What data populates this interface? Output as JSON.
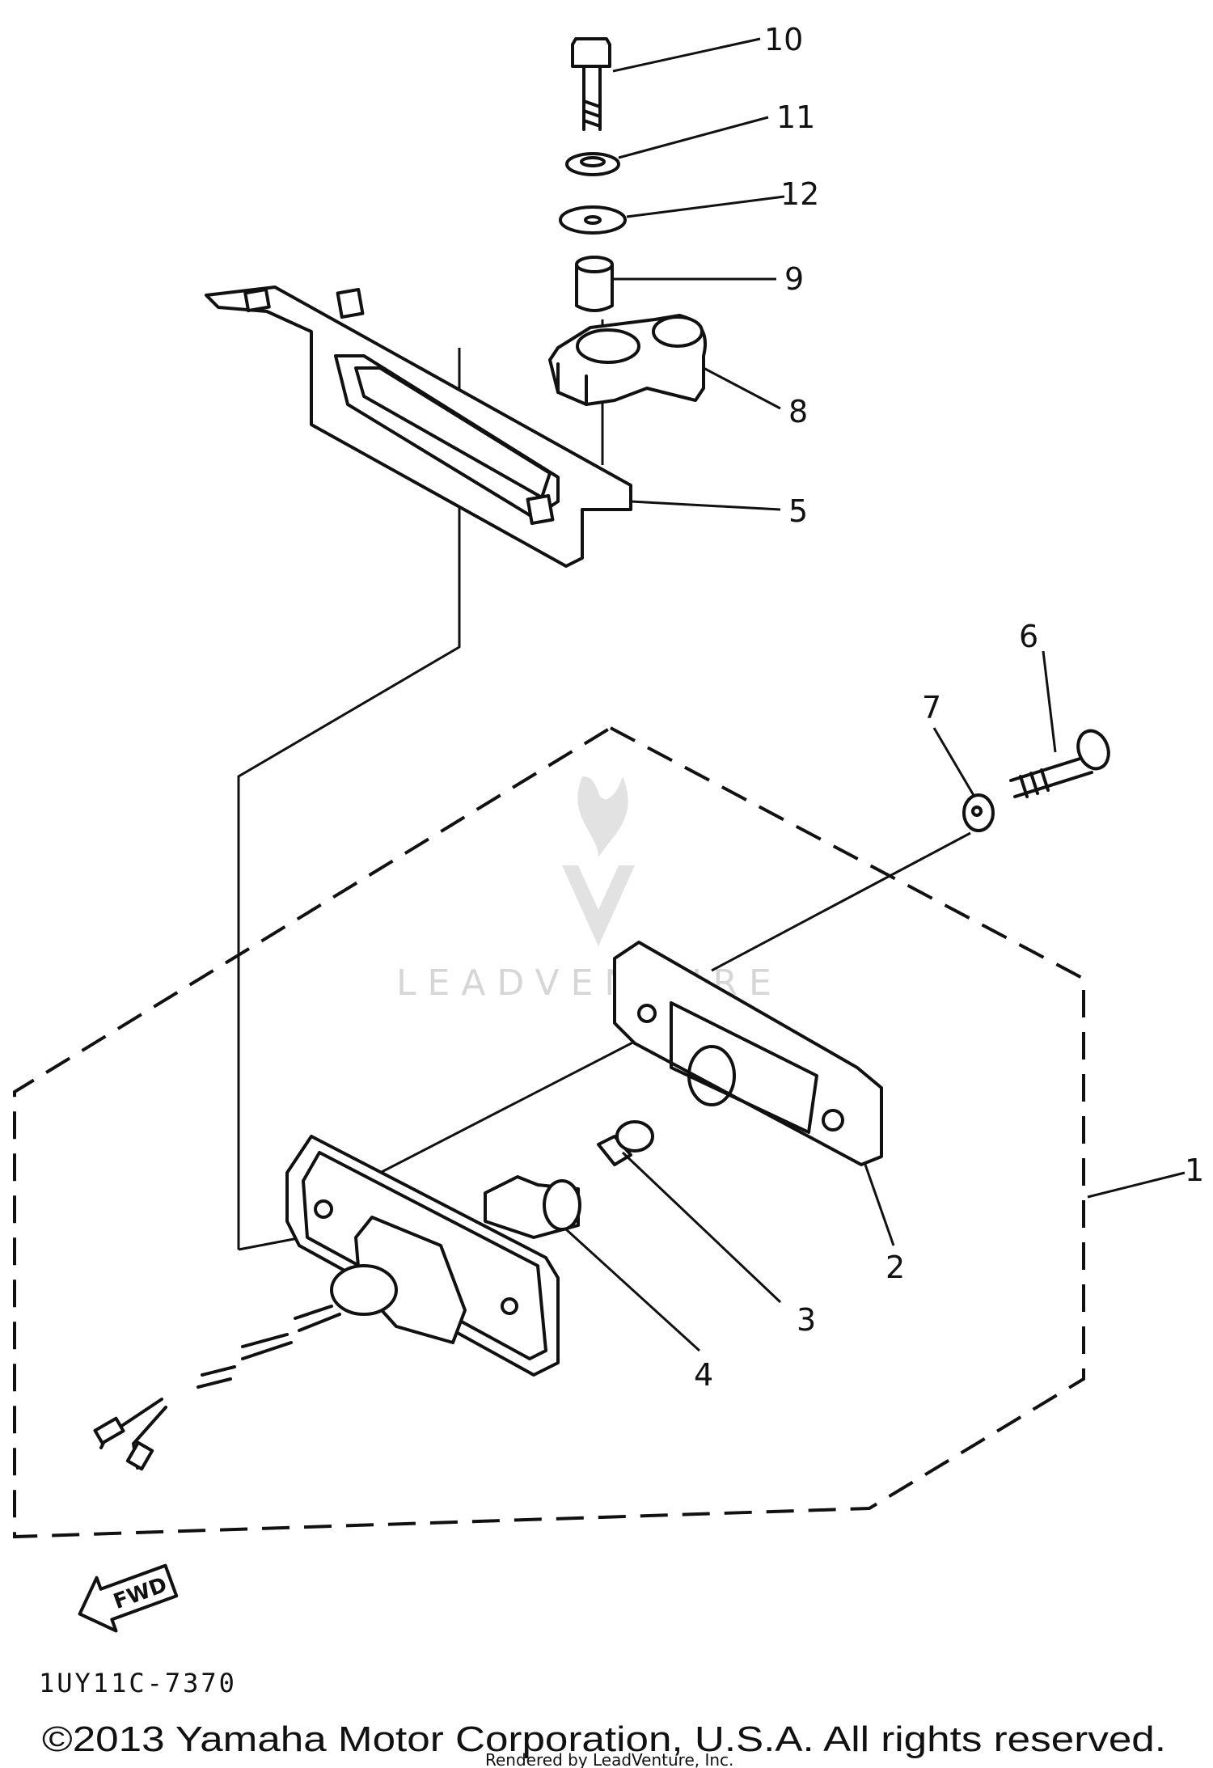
{
  "callouts": [
    "1",
    "2",
    "3",
    "4",
    "5",
    "6",
    "7",
    "8",
    "9",
    "10",
    "11",
    "12"
  ],
  "diagram_code": "1UY11C-7370",
  "direction_label": "FWD",
  "watermark": "LEADVENTURE",
  "copyright": "©2013 Yamaha Motor Corporation, U.S.A. All rights reserved.",
  "rendered_by": "Rendered by LeadVenture, Inc."
}
